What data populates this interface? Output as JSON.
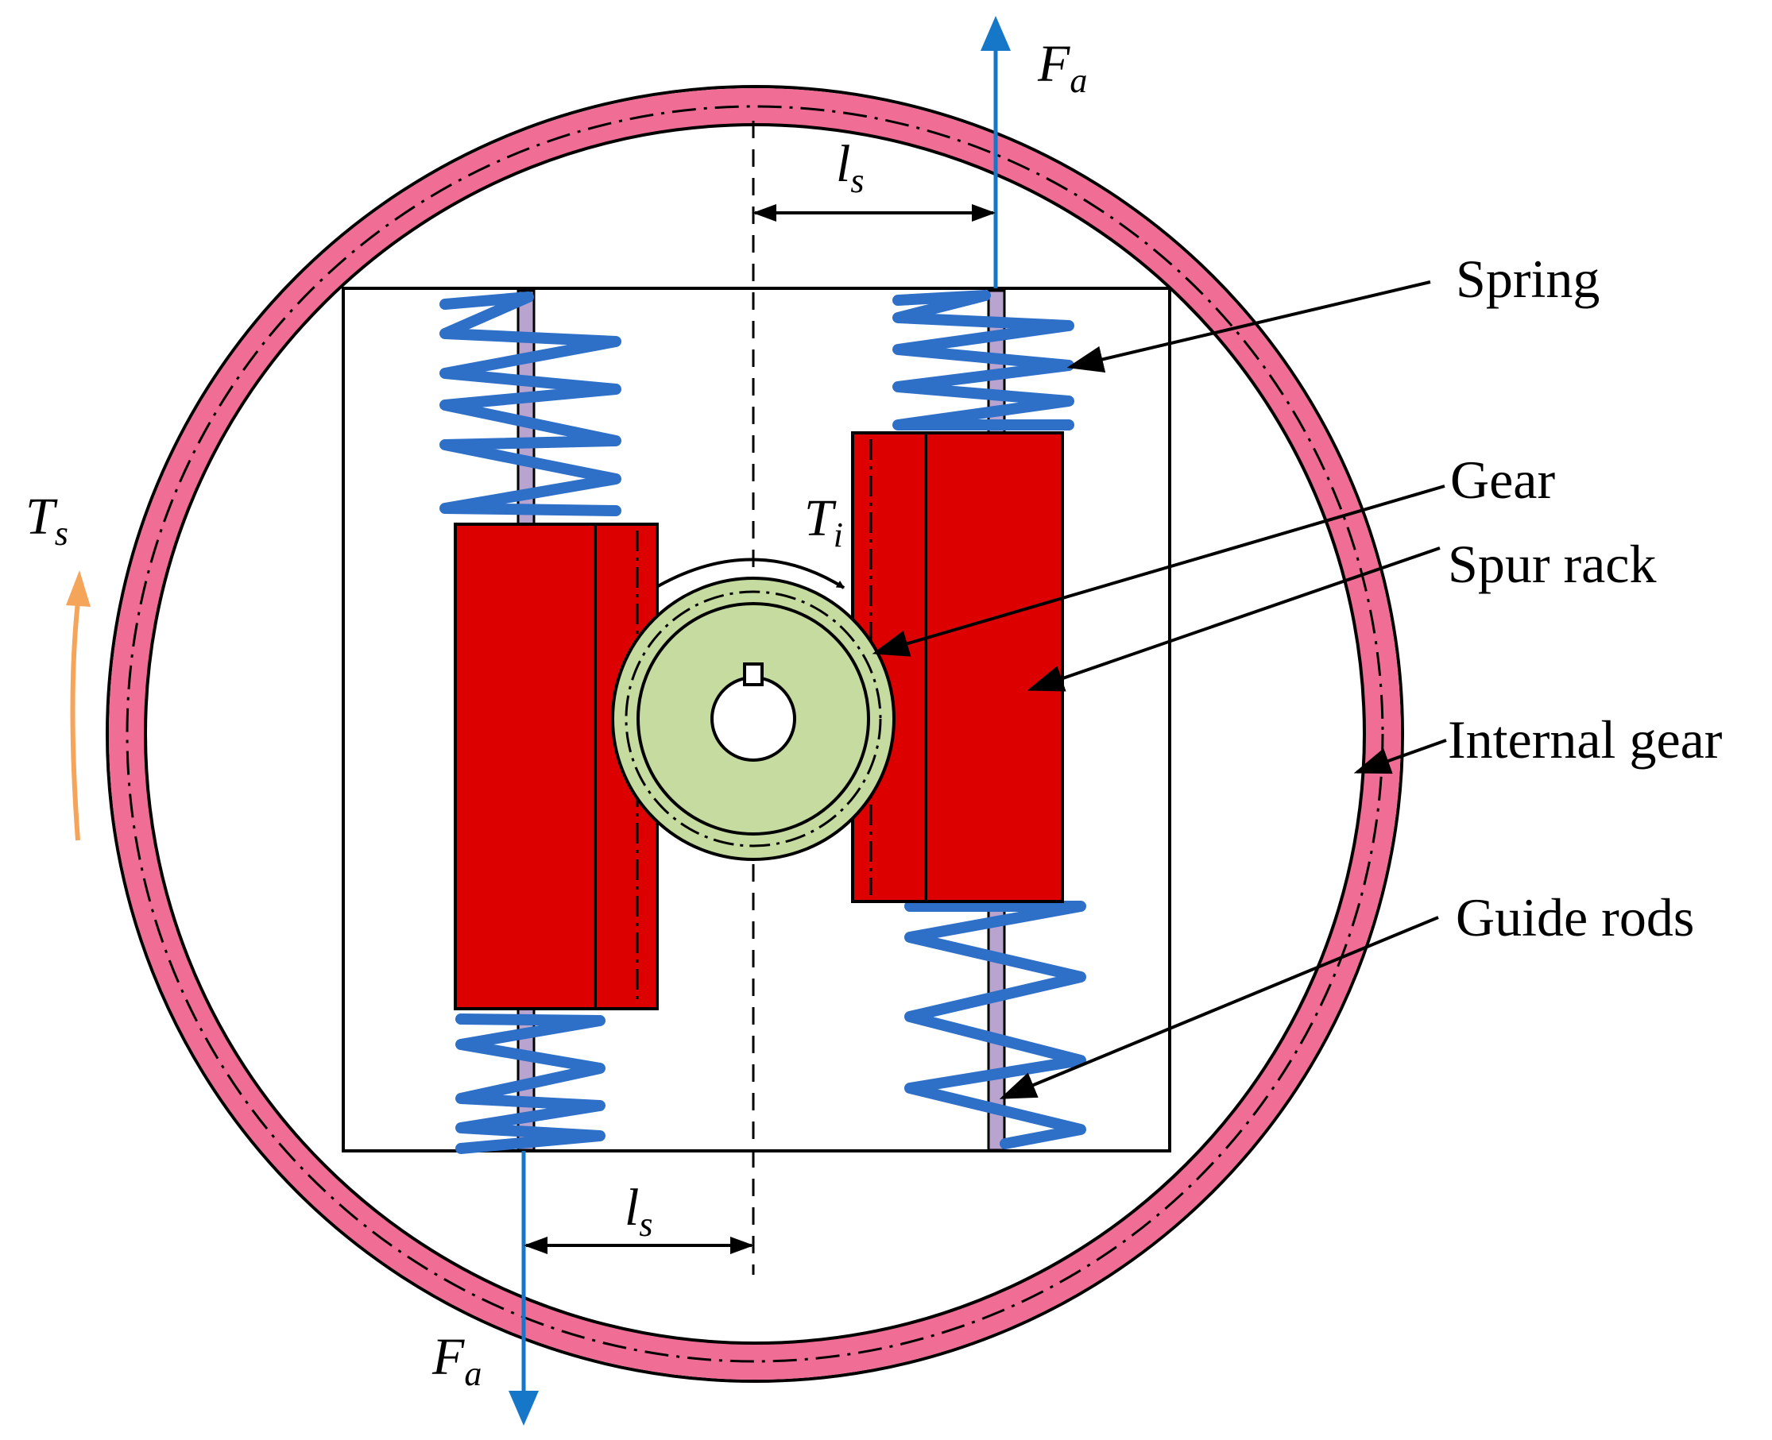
{
  "symbols": {
    "force_top": {
      "main": "F",
      "sub": "a"
    },
    "force_bottom": {
      "main": "F",
      "sub": "a"
    },
    "offset_top": {
      "main": "l",
      "sub": "s"
    },
    "offset_bottom": {
      "main": "l",
      "sub": "s"
    },
    "torque_input": {
      "main": "T",
      "sub": "i"
    },
    "torque_output": {
      "main": "T",
      "sub": "s"
    }
  },
  "labels": {
    "spring": "Spring",
    "gear": "Gear",
    "spur_rack": "Spur rack",
    "internal_gear": "Internal gear",
    "guide_rods": "Guide rods"
  },
  "colors": {
    "internal_gear": "#F06E96",
    "rack": "#DD0000",
    "spring": "#2E6FC8",
    "gear": "#C6DBA0",
    "guide_rod": "#B9A3CF",
    "force_arrow": "#1677C8",
    "torque_arrow": "#F5A55A",
    "outline": "#000000"
  },
  "icons": {
    "force_arrow": "arrow-up-icon",
    "torque_arrow": "curved-arrow-up-icon",
    "pointer": "arrowhead-icon"
  }
}
